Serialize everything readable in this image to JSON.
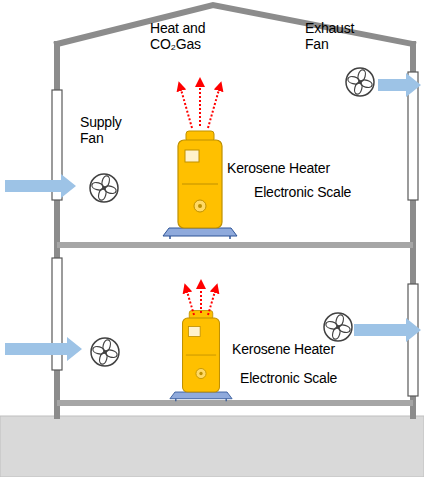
{
  "diagram": {
    "labels": [
      "Heat and CO₂Gas",
      "Exhaust Fan",
      "Supply Fan",
      "Kerosene Heater",
      "Electronic Scale",
      "Kerosene Heater",
      "Electronic Scale"
    ]
  }
}
